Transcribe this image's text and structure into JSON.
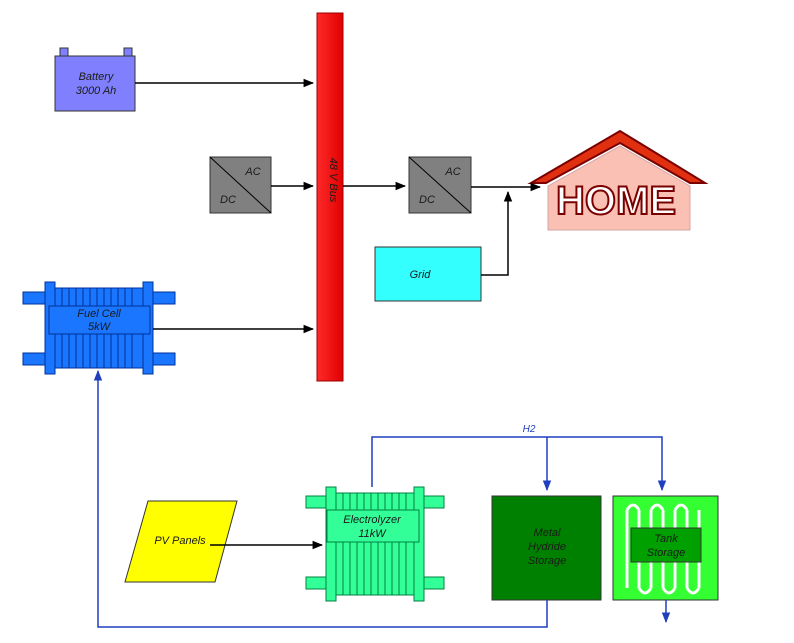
{
  "battery": {
    "line1": "Battery",
    "line2": "3000 Ah"
  },
  "inverter_left": {
    "ac": "AC",
    "dc": "DC"
  },
  "inverter_right": {
    "ac": "AC",
    "dc": "DC"
  },
  "bus": {
    "label": "48 V Bus"
  },
  "home": {
    "label": "HOME"
  },
  "grid": {
    "label": "Grid"
  },
  "fuel_cell": {
    "line1": "Fuel Cell",
    "line2": "5kW"
  },
  "h2": {
    "label": "H2"
  },
  "pv": {
    "label": "PV Panels"
  },
  "electrolyzer": {
    "line1": "Electrolyzer",
    "line2": "11kW"
  },
  "metal_hydride": {
    "line1": "Metal",
    "line2": "Hydride",
    "line3": "Storage"
  },
  "tank": {
    "line1": "Tank",
    "line2": "Storage"
  },
  "colors": {
    "battery": "#8080ff",
    "bus": "#ff0000",
    "converter": "#808080",
    "grid": "#33ffff",
    "fuel_cell": "#1a75ff",
    "pv": "#ffff00",
    "electrolyzer": "#33ff99",
    "metal_hydride": "#008000",
    "tank": "#33ff33",
    "h2_line": "#1f3fbf",
    "home": "#e03010"
  }
}
